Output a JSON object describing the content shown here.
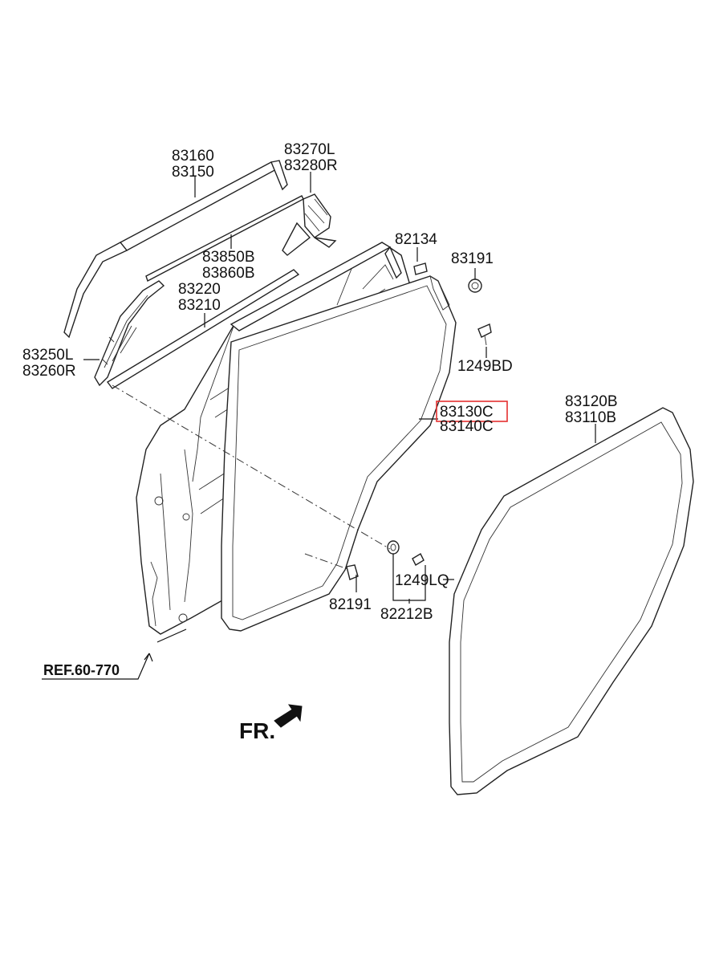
{
  "labels": {
    "p83160": "83160",
    "p83150": "83150",
    "p83270l": "83270L",
    "p83280r": "83280R",
    "p82134": "82134",
    "p83191": "83191",
    "p83850b": "83850B",
    "p83860b": "83860B",
    "p83220": "83220",
    "p83210": "83210",
    "p83250l": "83250L",
    "p83260r": "83260R",
    "p1249bd": "1249BD",
    "p83130c": "83130C",
    "p83140c": "83140C",
    "p83120b": "83120B",
    "p83110b": "83110B",
    "p1249lq": "1249LQ",
    "p82191": "82191",
    "p82212b": "82212B",
    "ref": "REF.60-770",
    "fr": "FR."
  },
  "colors": {
    "highlight": "#e53030",
    "lines": "#111111",
    "background": "#ffffff"
  }
}
